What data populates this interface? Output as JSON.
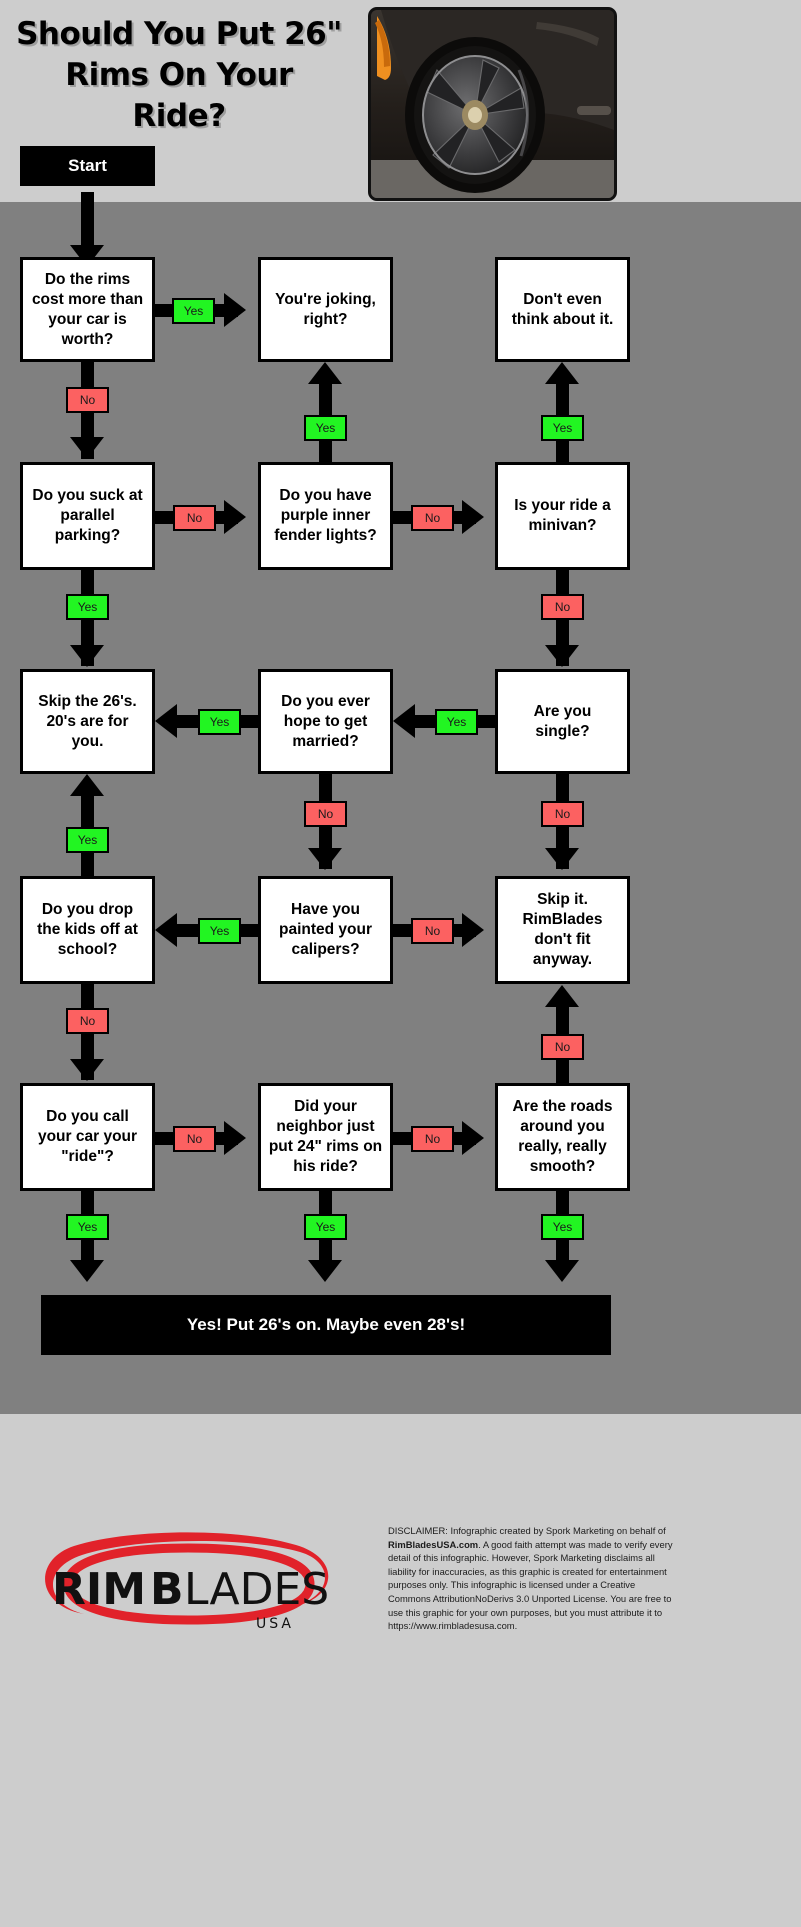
{
  "header": {
    "title": "Should You Put 26\" Rims On Your Ride?",
    "start_label": "Start",
    "hero_image_alt": "car-wheel-with-large-chrome-rim-photo"
  },
  "colors": {
    "background": "#808080",
    "header_background": "#cdcdcd",
    "footer_background": "#cdcdcd",
    "node_fill": "#ffffff",
    "node_border": "#000000",
    "yes_label": "#22f522",
    "no_label": "#fc6161",
    "result_fill": "#000000",
    "logo_red": "#e1222a"
  },
  "chart_data": {
    "type": "diagram",
    "diagram_kind": "flowchart",
    "title": "Should You Put 26\" Rims On Your Ride?",
    "start": "Start",
    "nodes": [
      {
        "id": "n1",
        "text": "Do the rims cost more than your car is worth?"
      },
      {
        "id": "n2",
        "text": "You're joking, right?"
      },
      {
        "id": "n3",
        "text": "Don't even think about it."
      },
      {
        "id": "n4",
        "text": "Do you suck at parallel parking?"
      },
      {
        "id": "n5",
        "text": "Do you have purple inner fender lights?"
      },
      {
        "id": "n6",
        "text": "Is your ride a minivan?"
      },
      {
        "id": "n7",
        "text": "Skip the 26's. 20's are for you."
      },
      {
        "id": "n8",
        "text": "Do you ever hope to get married?"
      },
      {
        "id": "n9",
        "text": "Are you single?"
      },
      {
        "id": "n10",
        "text": "Do you drop the kids off at school?"
      },
      {
        "id": "n11",
        "text": "Have you painted your calipers?"
      },
      {
        "id": "n12",
        "text": "Skip it. RimBlades don't fit anyway."
      },
      {
        "id": "n13",
        "text": "Do you call your car your \"ride\"?"
      },
      {
        "id": "n14",
        "text": "Did your neighbor just put 24\" rims on his ride?"
      },
      {
        "id": "n15",
        "text": "Are the roads around you really, really smooth?"
      },
      {
        "id": "n16",
        "text": "Yes! Put 26's on. Maybe even 28's!"
      }
    ],
    "edges": [
      {
        "from": "start",
        "to": "n1",
        "label": ""
      },
      {
        "from": "n1",
        "to": "n2",
        "label": "Yes"
      },
      {
        "from": "n1",
        "to": "n4",
        "label": "No"
      },
      {
        "from": "n5",
        "to": "n2",
        "label": "Yes"
      },
      {
        "from": "n6",
        "to": "n3",
        "label": "Yes"
      },
      {
        "from": "n4",
        "to": "n5",
        "label": "No"
      },
      {
        "from": "n5",
        "to": "n6",
        "label": "No"
      },
      {
        "from": "n4",
        "to": "n7",
        "label": "Yes"
      },
      {
        "from": "n6",
        "to": "n9",
        "label": "No"
      },
      {
        "from": "n8",
        "to": "n7",
        "label": "Yes"
      },
      {
        "from": "n9",
        "to": "n8",
        "label": "Yes"
      },
      {
        "from": "n8",
        "to": "n11",
        "label": "No"
      },
      {
        "from": "n9",
        "to": "n12",
        "label": "No"
      },
      {
        "from": "n10",
        "to": "n7",
        "label": "Yes"
      },
      {
        "from": "n11",
        "to": "n10",
        "label": "Yes"
      },
      {
        "from": "n11",
        "to": "n12",
        "label": "No"
      },
      {
        "from": "n10",
        "to": "n13",
        "label": "No"
      },
      {
        "from": "n15",
        "to": "n12",
        "label": "No"
      },
      {
        "from": "n13",
        "to": "n14",
        "label": "No"
      },
      {
        "from": "n14",
        "to": "n15",
        "label": "No"
      },
      {
        "from": "n13",
        "to": "n16",
        "label": "Yes"
      },
      {
        "from": "n14",
        "to": "n16",
        "label": "Yes"
      },
      {
        "from": "n15",
        "to": "n16",
        "label": "Yes"
      }
    ],
    "labels": {
      "yes": "Yes",
      "no": "No"
    }
  },
  "footer": {
    "logo": {
      "rim": "RIM",
      "blades": "BLADES",
      "usa": "USA"
    },
    "disclaimer_intro": "DISCLAIMER: Infographic created by Spork Marketing on behalf of ",
    "disclaimer_brand": "RimBladesUSA.com",
    "disclaimer_rest": ". A good faith attempt was made to verify every detail of this infographic. However, Spork Marketing disclaims all liability for inaccuracies, as this graphic is created for entertainment purposes only. This infographic is licensed under a Creative Commons AttributionNoDerivs 3.0 Unported License. You are free to use this graphic for your own purposes, but you must attribute it to https://www.rimbladesusa.com."
  }
}
